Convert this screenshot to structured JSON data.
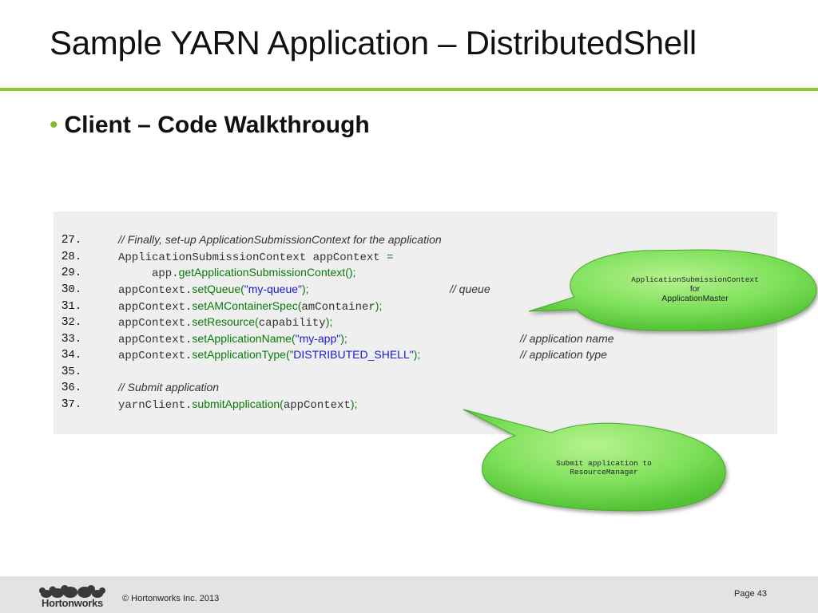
{
  "slide": {
    "title": "Sample YARN Application – DistributedShell",
    "bullet": "Client – Code Walkthrough"
  },
  "code": {
    "lines": [
      {
        "num_a": "2",
        "num_b": "7.",
        "comment": "// Finally, set-up ApplicationSubmissionContext for the application"
      },
      {
        "num_a": "2",
        "num_b": "8.",
        "p1": "ApplicationSubmissionContext appContext ",
        "p2": "="
      },
      {
        "num_a": "2",
        "num_b": "9.",
        "p1": "     app.",
        "p2": "getApplicationSubmissionContext",
        "p3": "();"
      },
      {
        "num_a": "3",
        "num_b": "0.",
        "p1": "appContext.",
        "p2": "setQueue(",
        "p3": "\"my-queue\"",
        "p4": ");",
        "comment": "// queue"
      },
      {
        "num_a": "3",
        "num_b": "1.",
        "p1": "appContext.",
        "p2": "setAMContainerSpec(",
        "p3": "amContainer",
        "p4": ");"
      },
      {
        "num_a": "3",
        "num_b": "2.",
        "p1": "appContext.",
        "p2": "setResource(",
        "p3": "capability",
        "p4": ");"
      },
      {
        "num_a": "3",
        "num_b": "3.",
        "p1": "appContext.",
        "p2": "setApplicationName(",
        "p3": "\"my-app\"",
        "p4": ");",
        "comment": "// application name"
      },
      {
        "num_a": "3",
        "num_b": "4.",
        "p1": "appContext.",
        "p2": "setApplicationType(”",
        "p3": "DISTRIBUTED_SHELL\"",
        "p4": ");",
        "comment": "// application type"
      },
      {
        "num_a": "3",
        "num_b": "5."
      },
      {
        "num_a": "3",
        "num_b": "6.",
        "comment": "// Submit application"
      },
      {
        "num_a": "3",
        "num_b": "7.",
        "p1": "yarnClient.",
        "p2": "submitApplication(",
        "p3": "appContext",
        "p4": ");"
      }
    ]
  },
  "callouts": {
    "am": {
      "line1": "ApplicationSubmissionContext",
      "line2": "for",
      "line3": "ApplicationMaster"
    },
    "rm": {
      "line1": "Submit application to",
      "line2": "ResourceManager"
    }
  },
  "footer": {
    "logo_text": "Hortonworks",
    "copyright": "© Hortonworks Inc. 2013",
    "page": "Page 43"
  },
  "colors": {
    "accent_rule": "#8cc63f",
    "callout_fill": "#7ee05a",
    "code_bg": "#efefef",
    "footer_bg": "#e3e3e3"
  }
}
